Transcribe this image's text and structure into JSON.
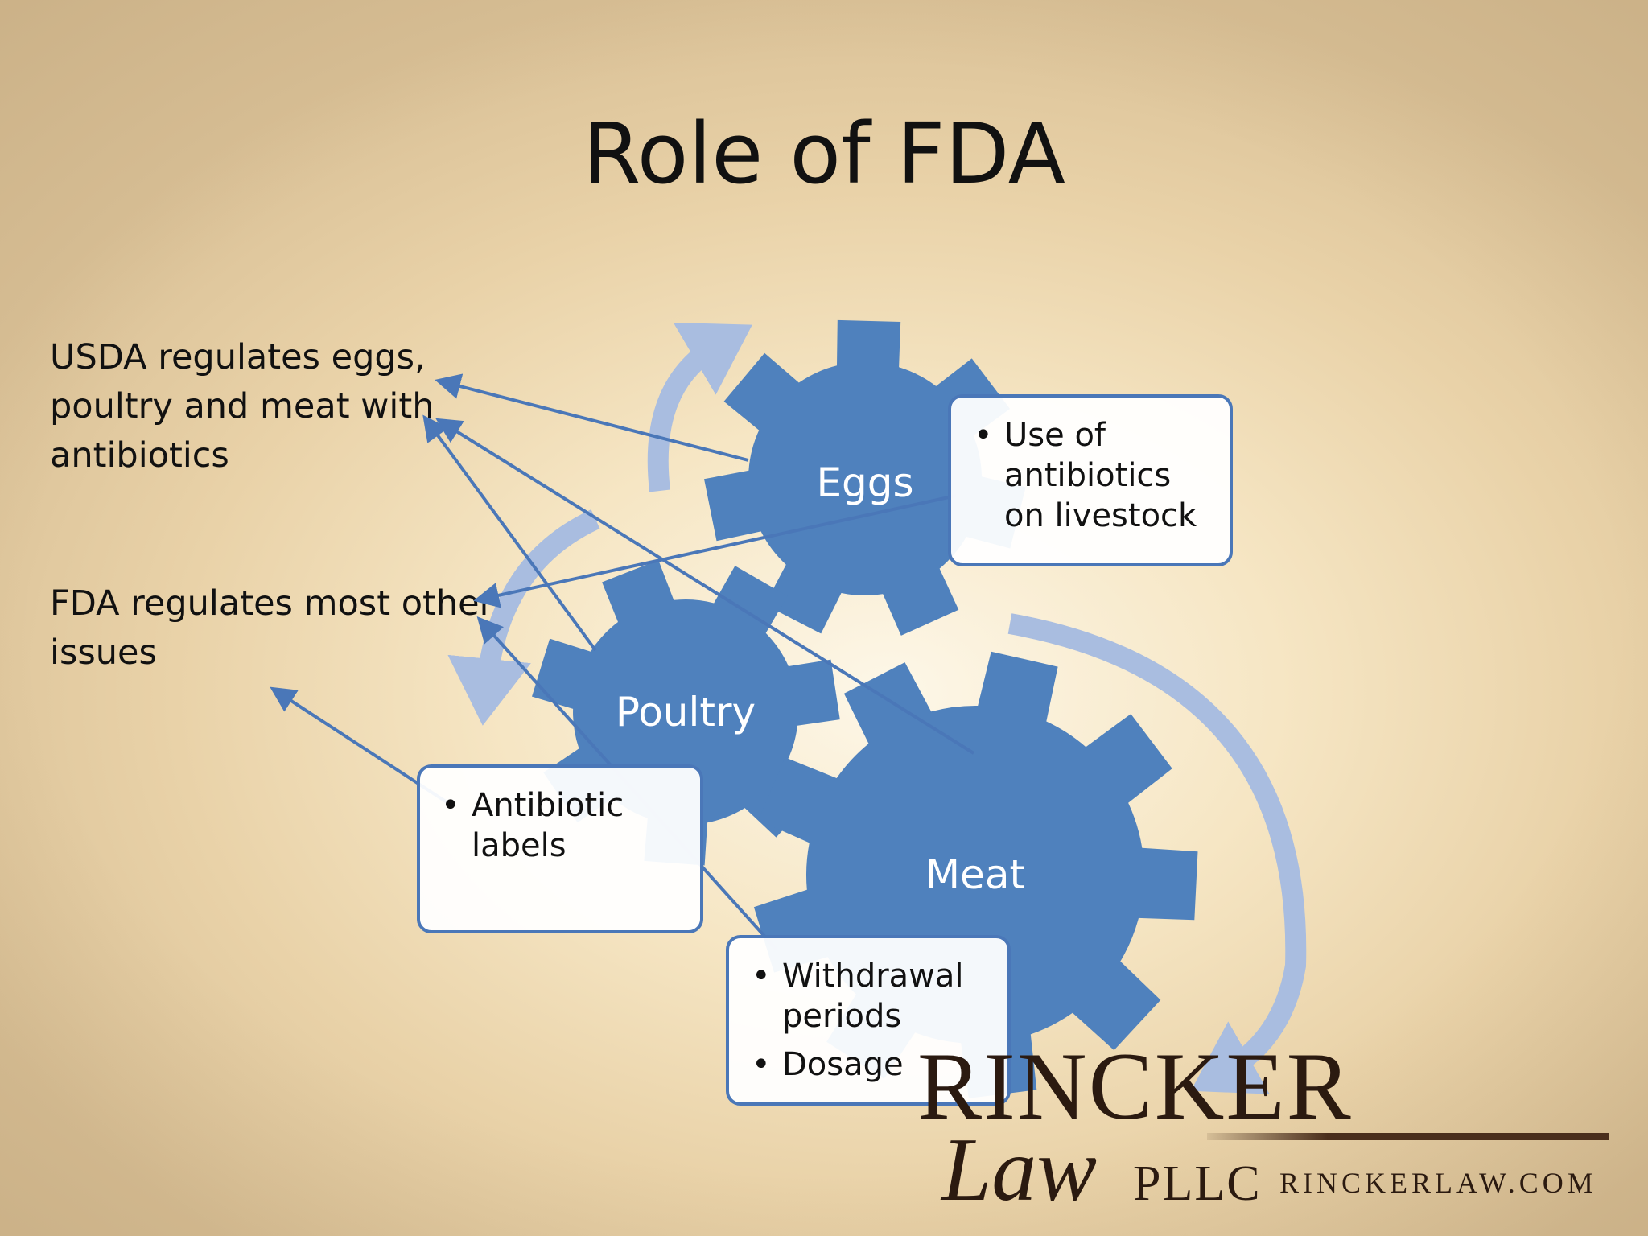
{
  "title": "Role of FDA",
  "notes": {
    "usda": [
      "USDA regulates eggs,",
      "poultry and meat with",
      "antibiotics"
    ],
    "fda": [
      "FDA regulates most other",
      "issues"
    ]
  },
  "gears": {
    "eggs": "Eggs",
    "poultry": "Poultry",
    "meat": "Meat"
  },
  "boxes": {
    "use_of_antibiotics": [
      "Use of antibiotics on livestock"
    ],
    "antibiotic_labels": [
      "Antibiotic labels"
    ],
    "withdrawal_dosage": [
      "Withdrawal periods",
      "Dosage"
    ]
  },
  "logo": {
    "name": "RINCKER",
    "script": "Law",
    "suffix": "PLLC",
    "url": "RINCKERLAW.COM"
  },
  "colors": {
    "gear": "#4f81bd",
    "cycle_arrow": "#a9bde0",
    "connector": "#4a77b8",
    "box_border": "#4a77b8"
  }
}
